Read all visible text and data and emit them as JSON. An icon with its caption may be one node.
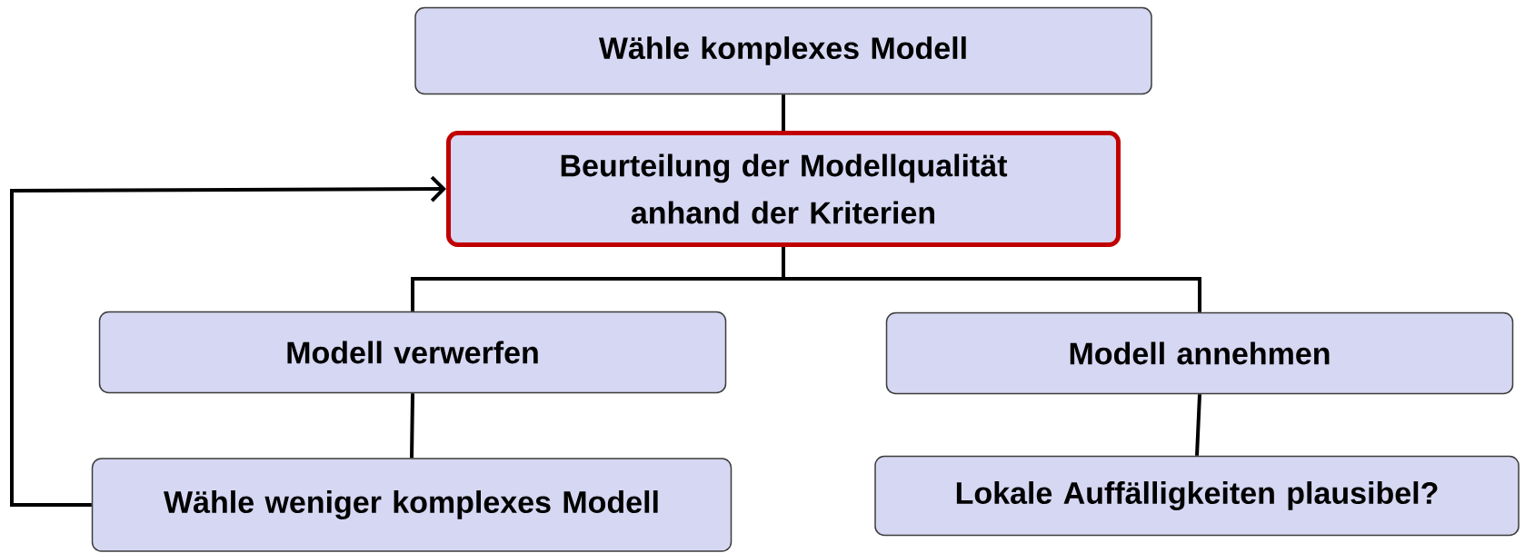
{
  "diagram": {
    "nodes": [
      {
        "text": [
          "Wähle komplexes Modell"
        ]
      },
      {
        "text": [
          "Beurteilung der Modellqualität anhand der Kriterien"
        ]
      },
      {
        "text": [
          "Modell verwerfen"
        ]
      },
      {
        "text": [
          "Modell annehmen"
        ]
      },
      {
        "text": [
          "Wähle weniger komplexes Modell"
        ]
      },
      {
        "text": [
          "Lokale Auffälligkeiten plausibel?"
        ]
      }
    ],
    "edges": [
      {
        "from": 0,
        "to": 1,
        "arrow": "none"
      },
      {
        "from": 1,
        "to": 2,
        "arrow": "none"
      },
      {
        "from": 1,
        "to": 3,
        "arrow": "none"
      },
      {
        "from": 2,
        "to": 4,
        "arrow": "none"
      },
      {
        "from": 4,
        "to": 1,
        "arrow": "to"
      },
      {
        "from": 3,
        "to": 5,
        "arrow": "none"
      }
    ]
  }
}
